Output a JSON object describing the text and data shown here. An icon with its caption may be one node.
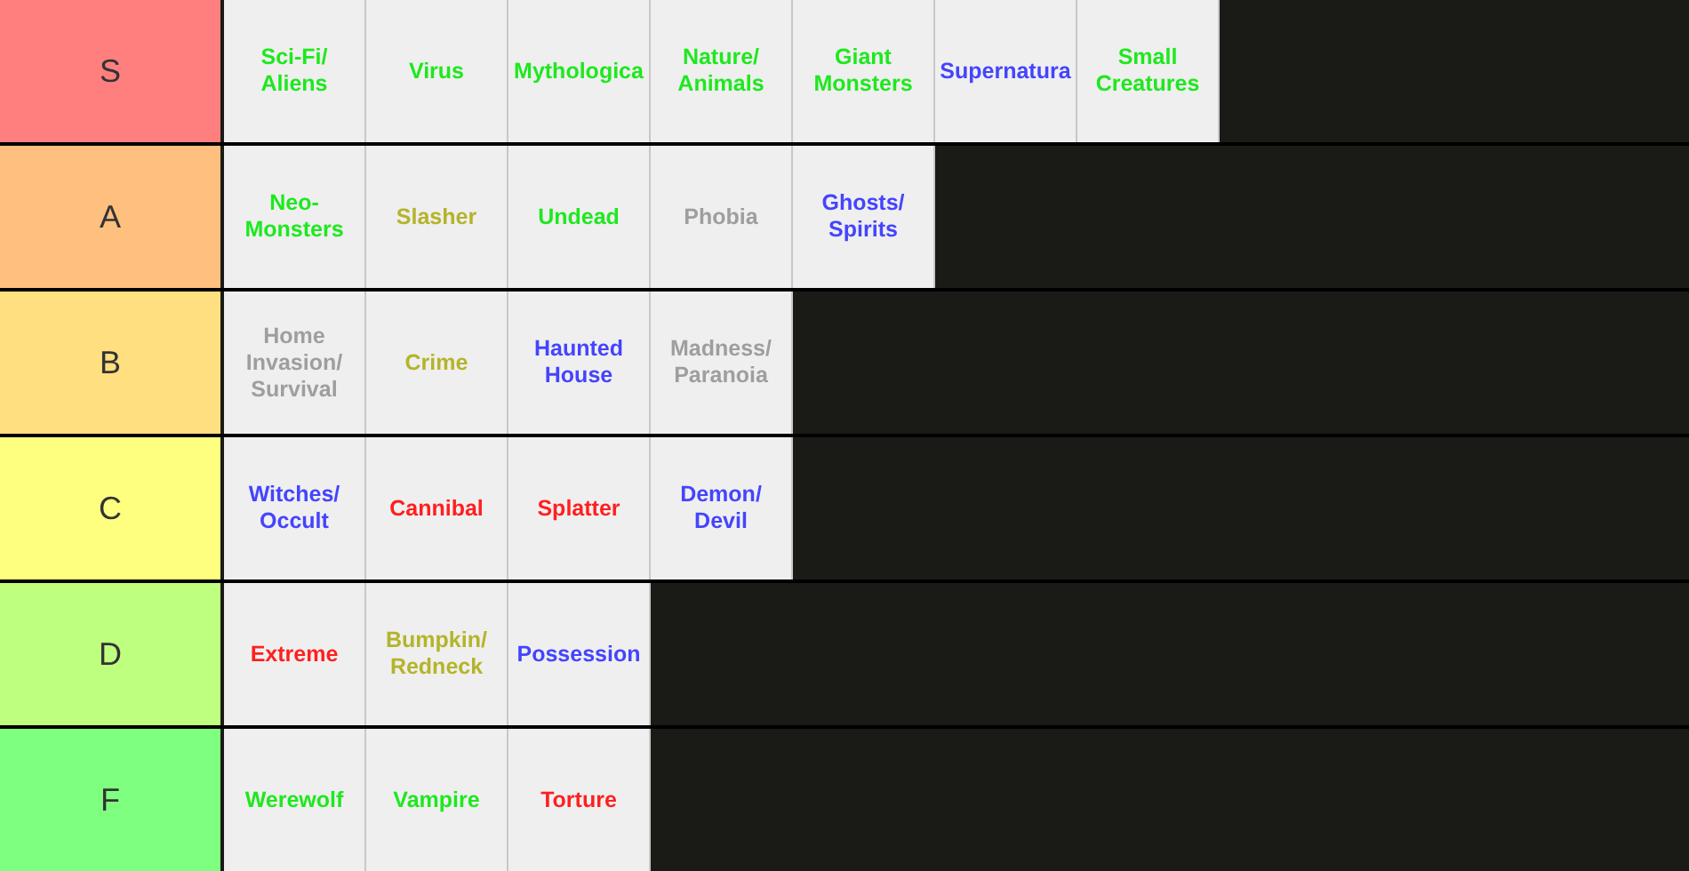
{
  "diagram": {
    "nodes": [
      {
        "text": [
          "S"
        ]
      },
      {
        "text": [
          "Sci-Fi/ Aliens"
        ],
        "in": 0
      },
      {
        "text": [
          "Virus"
        ],
        "in": 0
      },
      {
        "text": [
          "Mythologica"
        ],
        "in": 0
      },
      {
        "text": [
          "Nature/ Animals"
        ],
        "in": 0
      },
      {
        "text": [
          "Giant Monsters"
        ],
        "in": 0
      },
      {
        "text": [
          "Supernatura"
        ],
        "in": 0
      },
      {
        "text": [
          "Small Creatures"
        ],
        "in": 0
      },
      {
        "text": [
          "A"
        ]
      },
      {
        "text": [
          "Neo-Monsters"
        ],
        "in": 8
      },
      {
        "text": [
          "Slasher"
        ],
        "in": 8
      },
      {
        "text": [
          "Undead"
        ],
        "in": 8
      },
      {
        "text": [
          "Phobia"
        ],
        "in": 8
      },
      {
        "text": [
          "Ghosts/ Spirits"
        ],
        "in": 8
      },
      {
        "text": [
          "B"
        ]
      },
      {
        "text": [
          "Home Invasion/ Survival"
        ],
        "in": 14
      },
      {
        "text": [
          "Crime"
        ],
        "in": 14
      },
      {
        "text": [
          "Haunted House"
        ],
        "in": 14
      },
      {
        "text": [
          "Madness/ Paranoia"
        ],
        "in": 14
      },
      {
        "text": [
          "C"
        ]
      },
      {
        "text": [
          "Witches/ Occult"
        ],
        "in": 19
      },
      {
        "text": [
          "Cannibal"
        ],
        "in": 19
      },
      {
        "text": [
          "Splatter"
        ],
        "in": 19
      },
      {
        "text": [
          "Demon/ Devil"
        ],
        "in": 19
      },
      {
        "text": [
          "D"
        ]
      },
      {
        "text": [
          "Extreme"
        ],
        "in": 24
      },
      {
        "text": [
          "Bumpkin/ Redneck"
        ],
        "in": 24
      },
      {
        "text": [
          "Possession"
        ],
        "in": 24
      },
      {
        "text": [
          "F"
        ]
      },
      {
        "text": [
          "Werewolf"
        ],
        "in": 28
      },
      {
        "text": [
          "Vampire"
        ],
        "in": 28
      },
      {
        "text": [
          "Torture"
        ],
        "in": 28
      }
    ]
  }
}
